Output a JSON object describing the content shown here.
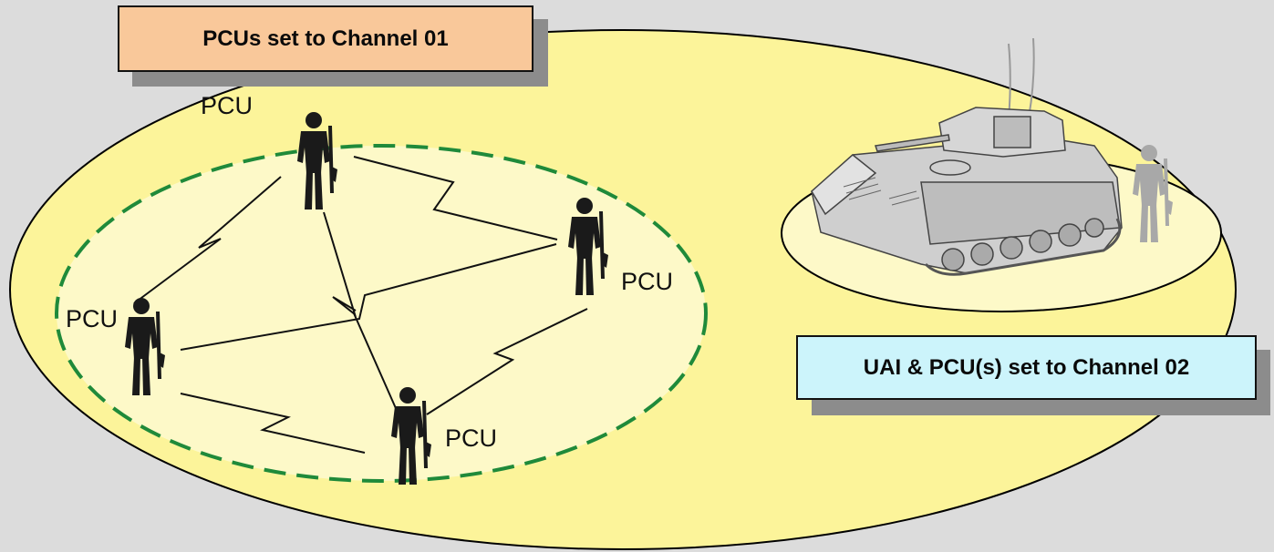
{
  "callouts": {
    "channel1": "PCUs set to Channel 01",
    "channel2": "UAI & PCU(s) set to Channel 02"
  },
  "labels": {
    "pcu_top": "PCU",
    "pcu_right": "PCU",
    "pcu_left": "PCU",
    "pcu_bottom": "PCU"
  },
  "colors": {
    "background": "#dcdcdc",
    "outer_zone": "#fcf49a",
    "inner_zone": "#fdf9c8",
    "dashed_boundary": "#1f8a3a",
    "callout1_fill": "#f9c89a",
    "callout2_fill": "#ccf4fb",
    "figure": "#1a1a1a",
    "vehicle": "#c8c8c8",
    "soldier_vehicle": "#a8a8a8"
  },
  "icons": {
    "soldier": "soldier-with-rifle-icon",
    "vehicle": "armored-vehicle-icon"
  }
}
